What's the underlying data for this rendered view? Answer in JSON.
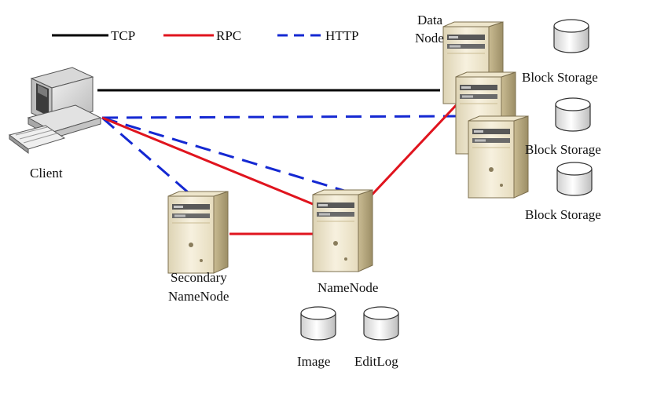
{
  "legend": {
    "tcp": "TCP",
    "rpc": "RPC",
    "http": "HTTP"
  },
  "nodes": {
    "client": "Client",
    "data_node_line1": "Data",
    "data_node_line2": "Node",
    "secondary_line1": "Secondary",
    "secondary_line2": "NameNode",
    "namenode": "NameNode",
    "image": "Image",
    "editlog": "EditLog",
    "block_storage": [
      "Block Storage",
      "Block Storage",
      "Block Storage"
    ]
  },
  "colors": {
    "tcp": "#000000",
    "rpc": "#e0141e",
    "http": "#1428d2",
    "server_light": "#f2ead2",
    "server_dark": "#b2a47c"
  }
}
